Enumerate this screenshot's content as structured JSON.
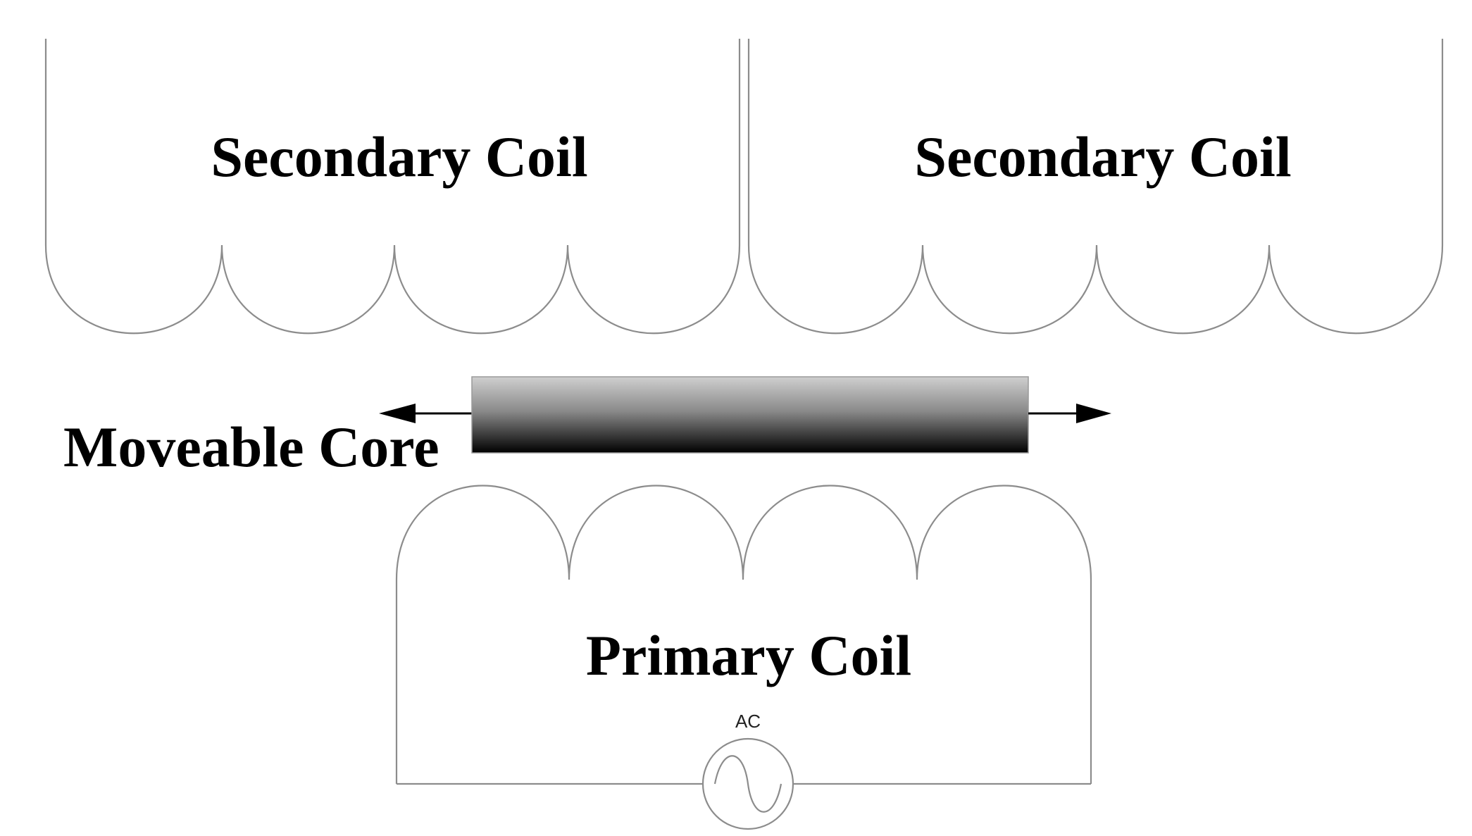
{
  "labels": {
    "secondary_left": "Secondary Coil",
    "secondary_right": "Secondary Coil",
    "moveable_core": "Moveable Core",
    "primary": "Primary Coil",
    "ac_source": "AC"
  },
  "colors": {
    "wire": "#8c8c8c",
    "text": "#000000",
    "arrow": "#000000",
    "core_light": "#c9c9c9",
    "core_dark": "#000000"
  },
  "icons": {
    "ac_source": "ac-sine-source-icon",
    "core_motion": "double-arrow-icon"
  }
}
